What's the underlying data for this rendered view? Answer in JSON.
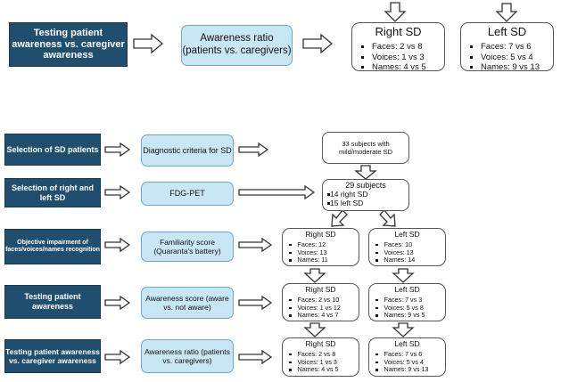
{
  "top": {
    "step": "Testing patient awareness vs. caregiver awareness",
    "measure": "Awareness ratio (patients vs. caregivers)",
    "right": {
      "title": "Right SD",
      "items": [
        "Faces: 2 vs 8",
        "Voices: 1 vs 3",
        "Names: 4 vs 5"
      ]
    },
    "left": {
      "title": "Left SD",
      "items": [
        "Faces: 7 vs 6",
        "Voices: 5 vs 4",
        "Names: 9 vs 13"
      ]
    }
  },
  "rows": [
    {
      "step": "Selection of SD patients",
      "measure": "Diagnostic criteria for SD"
    },
    {
      "step": "Selection of right and left SD",
      "measure": "FDG-PET"
    },
    {
      "step": "Objective impairment of faces/voices/names recognition",
      "measure": "Familiarity score (Quaranta's battery)"
    },
    {
      "step": "Testing patient awareness",
      "measure": "Awareness score (aware vs. not aware)"
    },
    {
      "step": "Testing patient awareness vs. caregiver awareness",
      "measure": "Awareness ratio (patients vs. caregivers)"
    }
  ],
  "subjects": {
    "text": "33 subjects with mild/moderate SD"
  },
  "split": {
    "title": "29 subjects",
    "items": [
      "14 right SD",
      "15 left SD"
    ]
  },
  "results": [
    {
      "right": {
        "title": "Right SD",
        "items": [
          "Faces: 12",
          "Voices: 13",
          "Names: 11"
        ]
      },
      "left": {
        "title": "Left SD",
        "items": [
          "Faces: 10",
          "Voices: 13",
          "Names: 14"
        ]
      }
    },
    {
      "right": {
        "title": "Right SD",
        "items": [
          "Faces: 2 vs 10",
          "Voices: 1 vs 12",
          "Names: 4 vs 7"
        ]
      },
      "left": {
        "title": "Left SD",
        "items": [
          "Faces: 7 vs 3",
          "Voices: 5 vs 8",
          "Names: 9 vs 5"
        ]
      }
    },
    {
      "right": {
        "title": "Right SD",
        "items": [
          "Faces: 2 vs 8",
          "Voices: 1 vs 3",
          "Names: 4 vs 5"
        ]
      },
      "left": {
        "title": "Left SD",
        "items": [
          "Faces: 7 vs 6",
          "Voices: 5 vs 4",
          "Names: 9 vs 13"
        ]
      }
    }
  ],
  "colors": {
    "step_box": "#1f4e6e",
    "measure_box": "#c9e6f5",
    "measure_border": "#6aaac9"
  },
  "icons": {
    "flow": "hollow-arrow-icon"
  }
}
